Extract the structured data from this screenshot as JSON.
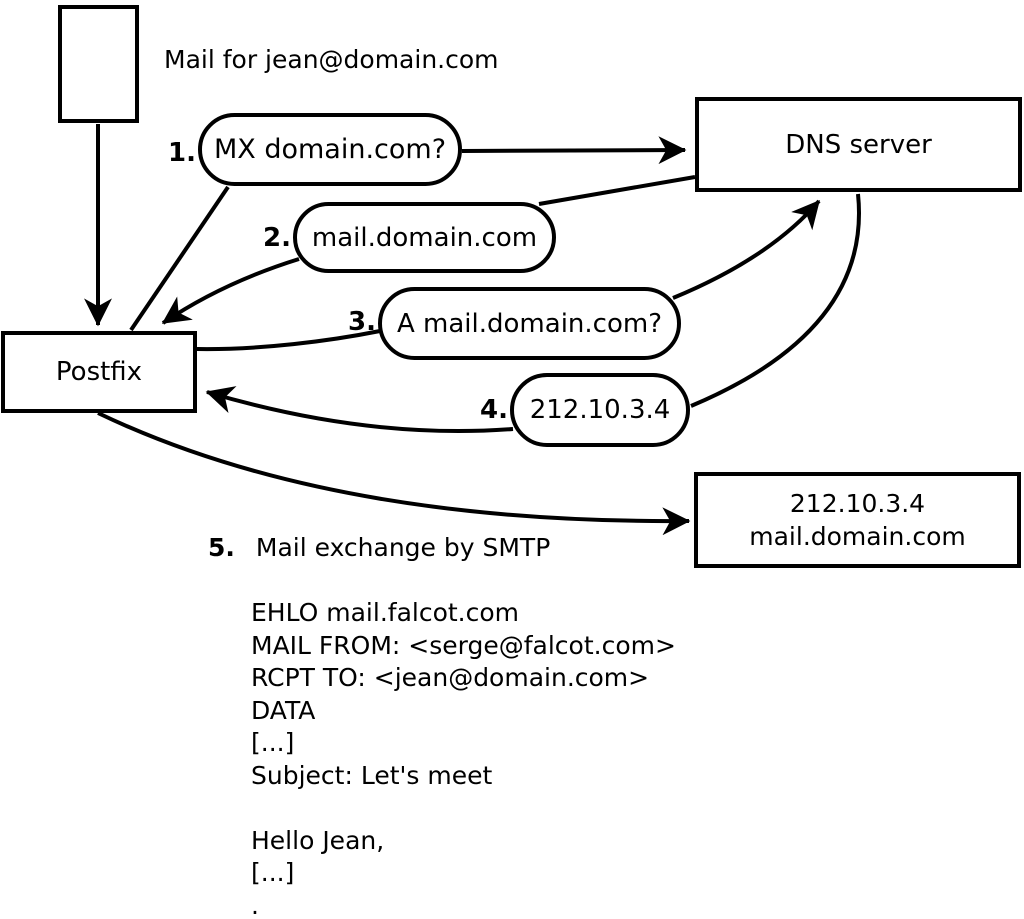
{
  "diagram": {
    "mail_note": "Mail for jean@domain.com",
    "nodes": {
      "postfix": "Postfix",
      "dns_server": "DNS server",
      "mail_server_line1": "212.10.3.4",
      "mail_server_line2": "mail.domain.com"
    },
    "steps": [
      {
        "num": "1.",
        "label": "MX domain.com?"
      },
      {
        "num": "2.",
        "label": "mail.domain.com"
      },
      {
        "num": "3.",
        "label": "A mail.domain.com?"
      },
      {
        "num": "4.",
        "label": "212.10.3.4"
      },
      {
        "num": "5.",
        "label": "Mail exchange by SMTP"
      }
    ],
    "smtp_session": [
      "EHLO mail.falcot.com",
      "MAIL FROM: <serge@falcot.com>",
      "RCPT TO: <jean@domain.com>",
      "DATA",
      "[...]",
      "Subject: Let's meet",
      "",
      "Hello Jean,",
      "[...]",
      "."
    ],
    "colors": {
      "stroke": "#000000",
      "background": "#ffffff"
    }
  }
}
